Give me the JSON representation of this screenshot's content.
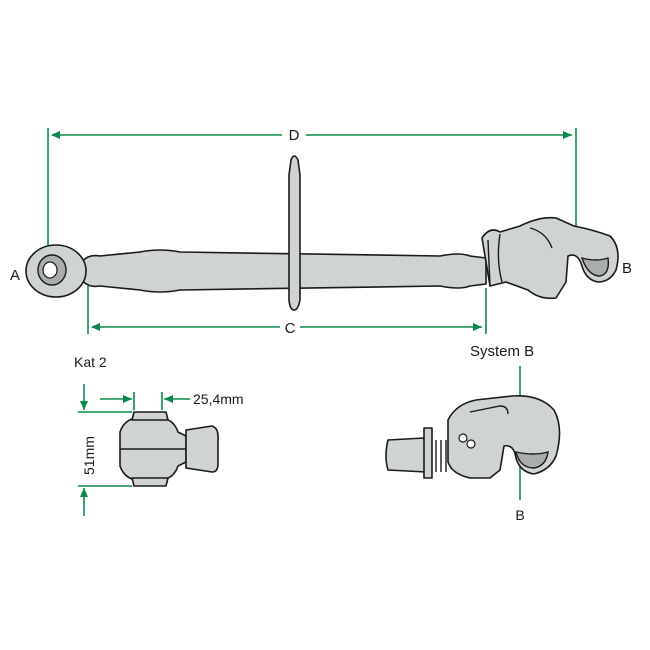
{
  "labels": {
    "dim_d": "D",
    "dim_c": "C",
    "end_a": "A",
    "end_b": "B",
    "system_b": "System B",
    "system_b_marker": "B",
    "kat": "Kat 2",
    "width_dim": "25,4mm",
    "height_dim": "51mm"
  },
  "colors": {
    "dimension_line": "#0a8a4a",
    "part_fill": "#cfd3d1",
    "outline": "#1a1a1a"
  }
}
